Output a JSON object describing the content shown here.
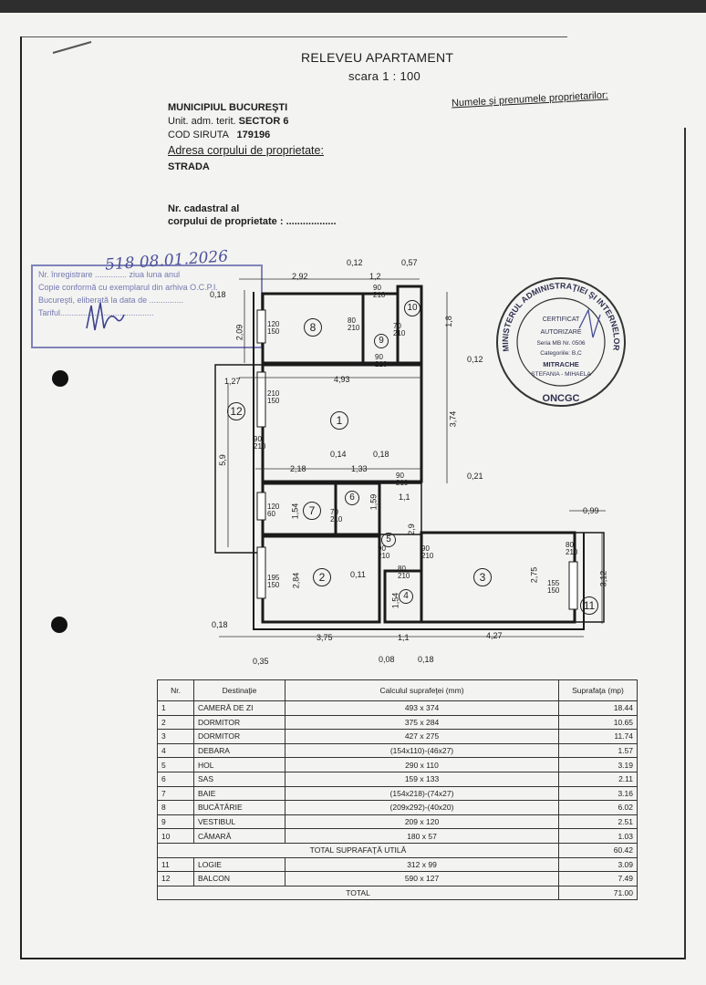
{
  "document": {
    "title": "RELEVEU APARTAMENT",
    "scale": "scara  1 : 100",
    "municipality": "MUNICIPIUL BUCUREŞTI",
    "unit_label": "Unit. adm. terit.",
    "unit_value": "SECTOR 6",
    "siruta_label": "COD SIRUTA",
    "siruta_value": "179196",
    "address_label": "Adresa corpului de proprietate:",
    "street_label": "STRADA",
    "owners_label": "Numele şi prenumele proprietarilor:",
    "cadastral_line1": "Nr. cadastral al",
    "cadastral_line2": "corpului de proprietate : .................."
  },
  "stamp": {
    "line1": "Nr. înregistrare .............. ziua luna anul",
    "line2": "Copie conformă cu exemplarul din arhiva O.C.P.I.",
    "line3": "Bucureşti, eliberată la data de ...............",
    "line4": "Tariful.........................................",
    "handwritten_number": "518   08.01.2026"
  },
  "seal": {
    "ring_top": "MINISTERUL ADMINISTRAŢIEI ŞI INTERNELOR",
    "ring_bottom": "ONCGC",
    "line1": "CERTIFICAT",
    "line2": "AUTORIZARE",
    "line3": "Seria MB Nr. 0506",
    "line4": "Categoriile: B,C",
    "line5": "MITRACHE",
    "line6": "ŞTEFANIA - MIHAELA"
  },
  "plan": {
    "rooms": [
      "1",
      "2",
      "3",
      "4",
      "5",
      "6",
      "7",
      "8",
      "9",
      "10",
      "11",
      "12"
    ],
    "dims": {
      "d292": "2,92",
      "d012a": "0,12",
      "d12": "1,2",
      "d057": "0,57",
      "d018a": "0,18",
      "d209": "2,09",
      "d18": "1,8",
      "d012b": "0,12",
      "d127": "1,27",
      "d493": "4,93",
      "d374": "3,74",
      "d59": "5,9",
      "d014": "0,14",
      "d018b": "0,18",
      "d218": "2,18",
      "d133": "1,33",
      "d021": "0,21",
      "d11a": "1,1",
      "d154a": "1,54",
      "d159": "1,59",
      "d29": "2,9",
      "d099": "0,99",
      "d284": "2,84",
      "d011": "0,11",
      "d275": "2,75",
      "d312": "3,12",
      "d154b": "1,54",
      "d018c": "0,18",
      "d375": "3,75",
      "d11b": "1,1",
      "d427": "4,27",
      "d035": "0,35",
      "d008": "0,08",
      "d018d": "0,18"
    },
    "openings": {
      "w8": [
        "120",
        "150"
      ],
      "d8": [
        "80",
        "210"
      ],
      "d9a": [
        "90",
        "210"
      ],
      "d10": [
        "70",
        "210"
      ],
      "d9b": [
        "90",
        "210"
      ],
      "w1": [
        "210",
        "150"
      ],
      "d12door": [
        "90",
        "210"
      ],
      "d1": [
        "90",
        "210"
      ],
      "w7": [
        "120",
        "60"
      ],
      "d7": [
        "70",
        "210"
      ],
      "d2": [
        "90",
        "210"
      ],
      "d3": [
        "90",
        "210"
      ],
      "d3b": [
        "80",
        "210"
      ],
      "d4": [
        "80",
        "210"
      ],
      "w2": [
        "195",
        "150"
      ],
      "w3": [
        "155",
        "150"
      ]
    }
  },
  "table": {
    "headers": [
      "Nr.",
      "Destinaţie",
      "Calculul suprafeţei (mm)",
      "Suprafaţa (mp)"
    ],
    "rows": [
      [
        "1",
        "CAMERĂ DE ZI",
        "493 x 374",
        "18.44"
      ],
      [
        "2",
        "DORMITOR",
        "375 x 284",
        "10.65"
      ],
      [
        "3",
        "DORMITOR",
        "427 x 275",
        "11.74"
      ],
      [
        "4",
        "DEBARA",
        "(154x110)-(46x27)",
        "1.57"
      ],
      [
        "5",
        "HOL",
        "290 x 110",
        "3.19"
      ],
      [
        "6",
        "SAS",
        "159 x 133",
        "2.11"
      ],
      [
        "7",
        "BAIE",
        "(154x218)-(74x27)",
        "3.16"
      ],
      [
        "8",
        "BUCĂTĂRIE",
        "(209x292)-(40x20)",
        "6.02"
      ],
      [
        "9",
        "VESTIBUL",
        "209 x 120",
        "2.51"
      ],
      [
        "10",
        "CĂMARĂ",
        "180 x 57",
        "1.03"
      ]
    ],
    "total_useful_label": "TOTAL SUPRAFAŢĂ UTILĂ",
    "total_useful_value": "60.42",
    "extra_rows": [
      [
        "11",
        "LOGIE",
        "312 x 99",
        "3.09"
      ],
      [
        "12",
        "BALCON",
        "590 x 127",
        "7.49"
      ]
    ],
    "total_label": "TOTAL",
    "total_value": "71.00"
  }
}
